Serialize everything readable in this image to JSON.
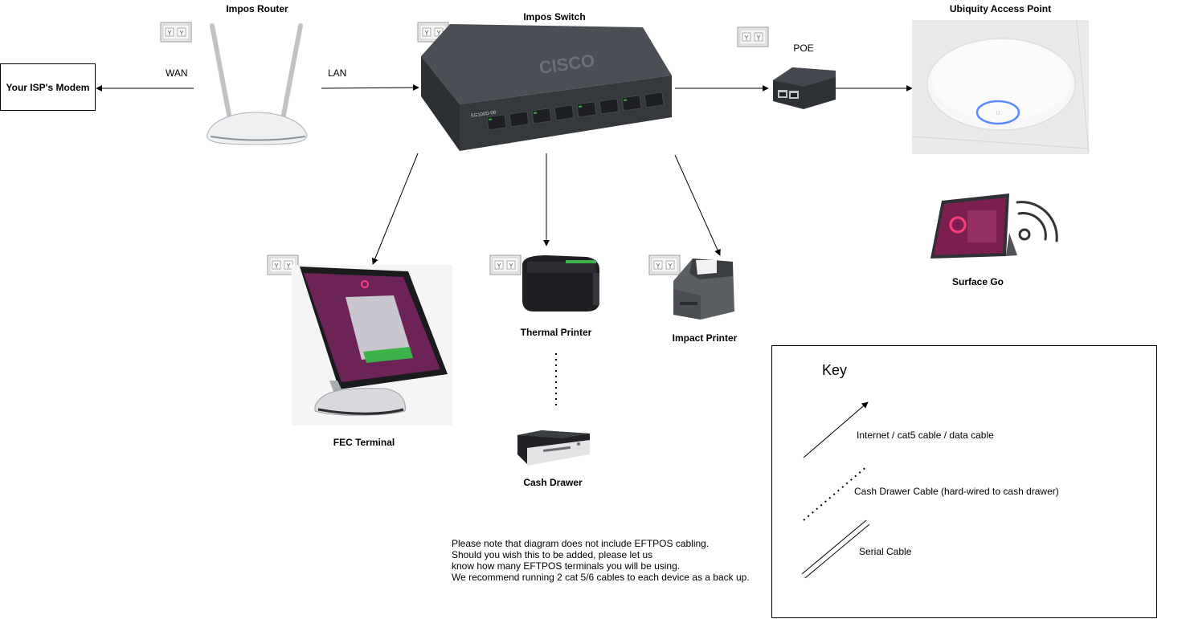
{
  "devices": {
    "modem": "Your ISP's Modem",
    "router": "Impos Router",
    "switch": "Impos Switch",
    "switch_brand": "CISCO",
    "switch_model": "SG100D-08",
    "poe": "POE",
    "access_point": "Ubiquity Access Point",
    "surface": "Surface Go",
    "fec_terminal": "FEC Terminal",
    "thermal_printer": "Thermal Printer",
    "impact_printer": "Impact Printer",
    "cash_drawer": "Cash Drawer"
  },
  "connections": {
    "wan": "WAN",
    "lan": "LAN"
  },
  "key": {
    "title": "Key",
    "items": [
      "Internet / cat5 cable / data cable",
      "Cash Drawer Cable (hard-wired to cash drawer)",
      "Serial Cable"
    ]
  },
  "note": [
    "Please note that diagram does not include EFTPOS cabling.",
    "Should you wish this to be added, please let us",
    "know how many EFTPOS terminals you will be using.",
    "We recommend running 2 cat 5/6 cables to each device as a back up."
  ],
  "colors": {
    "wall_plate": "#e6e6e6",
    "switch_body": "#3a3d42",
    "screen_purple": "#7a1f4f",
    "accent_green": "#3bb34a",
    "ap_ring": "#5b8cff"
  },
  "icons": [
    "wall-socket-icon",
    "router-icon",
    "switch-icon",
    "poe-injector-icon",
    "access-point-icon",
    "tablet-icon",
    "wifi-icon",
    "pos-terminal-icon",
    "thermal-printer-icon",
    "impact-printer-icon",
    "cash-drawer-icon"
  ]
}
